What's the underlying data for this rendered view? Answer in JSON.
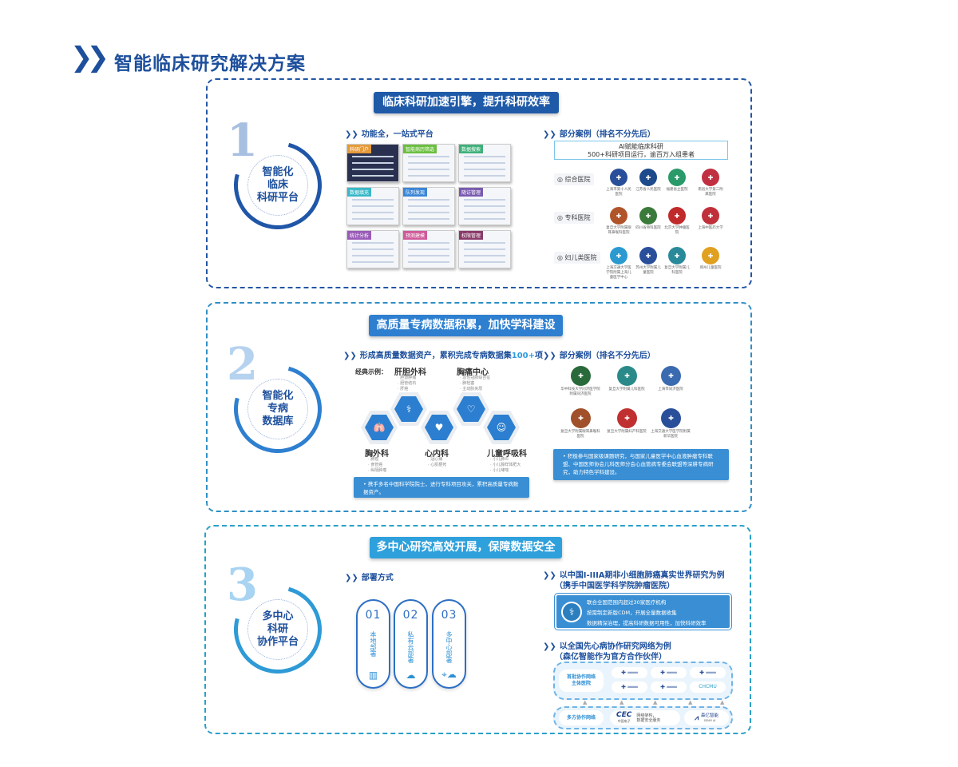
{
  "page": {
    "title": "智能临床研究解决方案",
    "title_icon": "double-chevron-right-icon"
  },
  "colors": {
    "primary": "#1d4f9c",
    "banner1": "#1f5aa8",
    "banner2": "#2e7fd0",
    "banner3": "#2ea0dc",
    "note": "#3a8fd4"
  },
  "s1": {
    "banner": "临床科研加速引擎，提升科研效率",
    "number": "1",
    "circle": [
      "智能化",
      "临床",
      "科研平台"
    ],
    "left_sub": "功能全，一站式平台",
    "tiles": [
      {
        "label": "科研门户",
        "color": "#e59a3a"
      },
      {
        "label": "智能病历筛选",
        "color": "#6bbf3f"
      },
      {
        "label": "数据搜索",
        "color": "#3fb07a"
      },
      {
        "label": "数据填充",
        "color": "#3ab8c8"
      },
      {
        "label": "队列发现",
        "color": "#3b86d6"
      },
      {
        "label": "随访管理",
        "color": "#7a5bb0"
      },
      {
        "label": "统计分析",
        "color": "#9a5bb8"
      },
      {
        "label": "预测建模",
        "color": "#d05a9a"
      },
      {
        "label": "权限管理",
        "color": "#8a3a6a"
      }
    ],
    "right_sub": "部分案例（排名不分先后）",
    "highlight": [
      "AI赋能临床科研",
      "500+科研项目运行，逾百万入组患者"
    ],
    "rows": [
      {
        "category": "综合医院",
        "icon": "hospital-icon",
        "hospitals": [
          "上海市第十人民医院",
          "江苏省人民医院",
          "福建省立医院",
          "南昌大学第二附属医院"
        ]
      },
      {
        "category": "专科医院",
        "icon": "folder-plus-icon",
        "hospitals": [
          "复旦大学附属眼耳鼻喉科医院",
          "四川省骨科医院",
          "北京大学肿瘤医院",
          "上海中医药大学"
        ]
      },
      {
        "category": "妇儿类医院",
        "icon": "mother-child-icon",
        "hospitals": [
          "上海交通大学医学院附属上海儿童医学中心",
          "苏州大学附属儿童医院",
          "复旦大学附属儿科医院",
          "郑州儿童医院"
        ]
      }
    ]
  },
  "s2": {
    "banner": "高质量专病数据积累，加快学科建设",
    "number": "2",
    "circle": [
      "智能化",
      "专病",
      "数据库"
    ],
    "left_sub": "形成高质量数据资产，累积完成专病数据集",
    "left_sub_highlight": "100+",
    "left_sub_tail": "项",
    "examples_label": "经典示例：",
    "depts": [
      {
        "name": "胸外科",
        "items": [
          "肺癌",
          "食管癌",
          "纵隔肿瘤"
        ],
        "icon": "lungs-icon"
      },
      {
        "name": "肝胆外科",
        "items": [
          "胆道肿瘤",
          "胆管结石",
          "肝癌"
        ],
        "icon": "liver-icon"
      },
      {
        "name": "心内科",
        "items": [
          "冠心病",
          "心肌梗死"
        ],
        "icon": "heart-hand-icon"
      },
      {
        "name": "胸痛中心",
        "items": [
          "急性冠脉综合征",
          "肺栓塞",
          "主动脉夹层"
        ],
        "icon": "heartbeat-icon"
      },
      {
        "name": "儿童呼吸科",
        "items": [
          "小儿肺炎",
          "小儿腺样体肥大",
          "小儿哮喘"
        ],
        "icon": "child-icon"
      }
    ],
    "left_note": "携手多名中国科学院院士，进行专科项目攻关，累积高质量专病数据资产。",
    "right_sub": "部分案例（排名不分先后）",
    "hospitals": [
      "华中科技大学同济医学院附属同济医院",
      "复旦大学附属儿科医院",
      "上海市同济医院",
      "复旦大学附属眼耳鼻喉科医院",
      "复旦大学附属妇产科医院",
      "上海交通大学医学院附属新华医院"
    ],
    "right_note": "积极参与国家级课题研究，与国家儿童医学中心血液肿瘤专科联盟、中国医师协会儿科医师分会心血管病专委会联盟等深耕专病研究，助力特色学科建设。"
  },
  "s3": {
    "banner": "多中心研究高效开展，保障数据安全",
    "number": "3",
    "circle": [
      "多中心",
      "科研",
      "协作平台"
    ],
    "left_sub": "部署方式",
    "deploy": [
      {
        "num": "01",
        "label": "本地部署",
        "icon": "building-icon"
      },
      {
        "num": "02",
        "label": "私有云部署",
        "icon": "cloud-icon"
      },
      {
        "num": "03",
        "label": "多中心部署",
        "icon": "location-cloud-icon"
      }
    ],
    "case1_title": [
      "以中国I-IIIA期非小细胞肺癌真实世界研究为例",
      "（携手中国医学科学院肿瘤医院）"
    ],
    "case1_lines": [
      "联合全国范围内超过30家医疗机构",
      "按需制定新版CDM，开展全量数据收集",
      "数据精深治理，提高科研数据可用性，加快科研效率"
    ],
    "case2_title": [
      "以全国先心病协作研究网络为例",
      "（森亿智能作为官方合作伙伴）"
    ],
    "network_label": [
      "首批协作网络",
      "主体医院"
    ],
    "multi_label": "多方协作网络",
    "cec": {
      "logo": "CEC",
      "sub": "中国电子",
      "desc": [
        "网络架构，",
        "数据安全服务"
      ]
    },
    "senyi": {
      "logo": "森亿智能",
      "sub": "SENYI AI"
    },
    "chmu": "CHCMU"
  }
}
